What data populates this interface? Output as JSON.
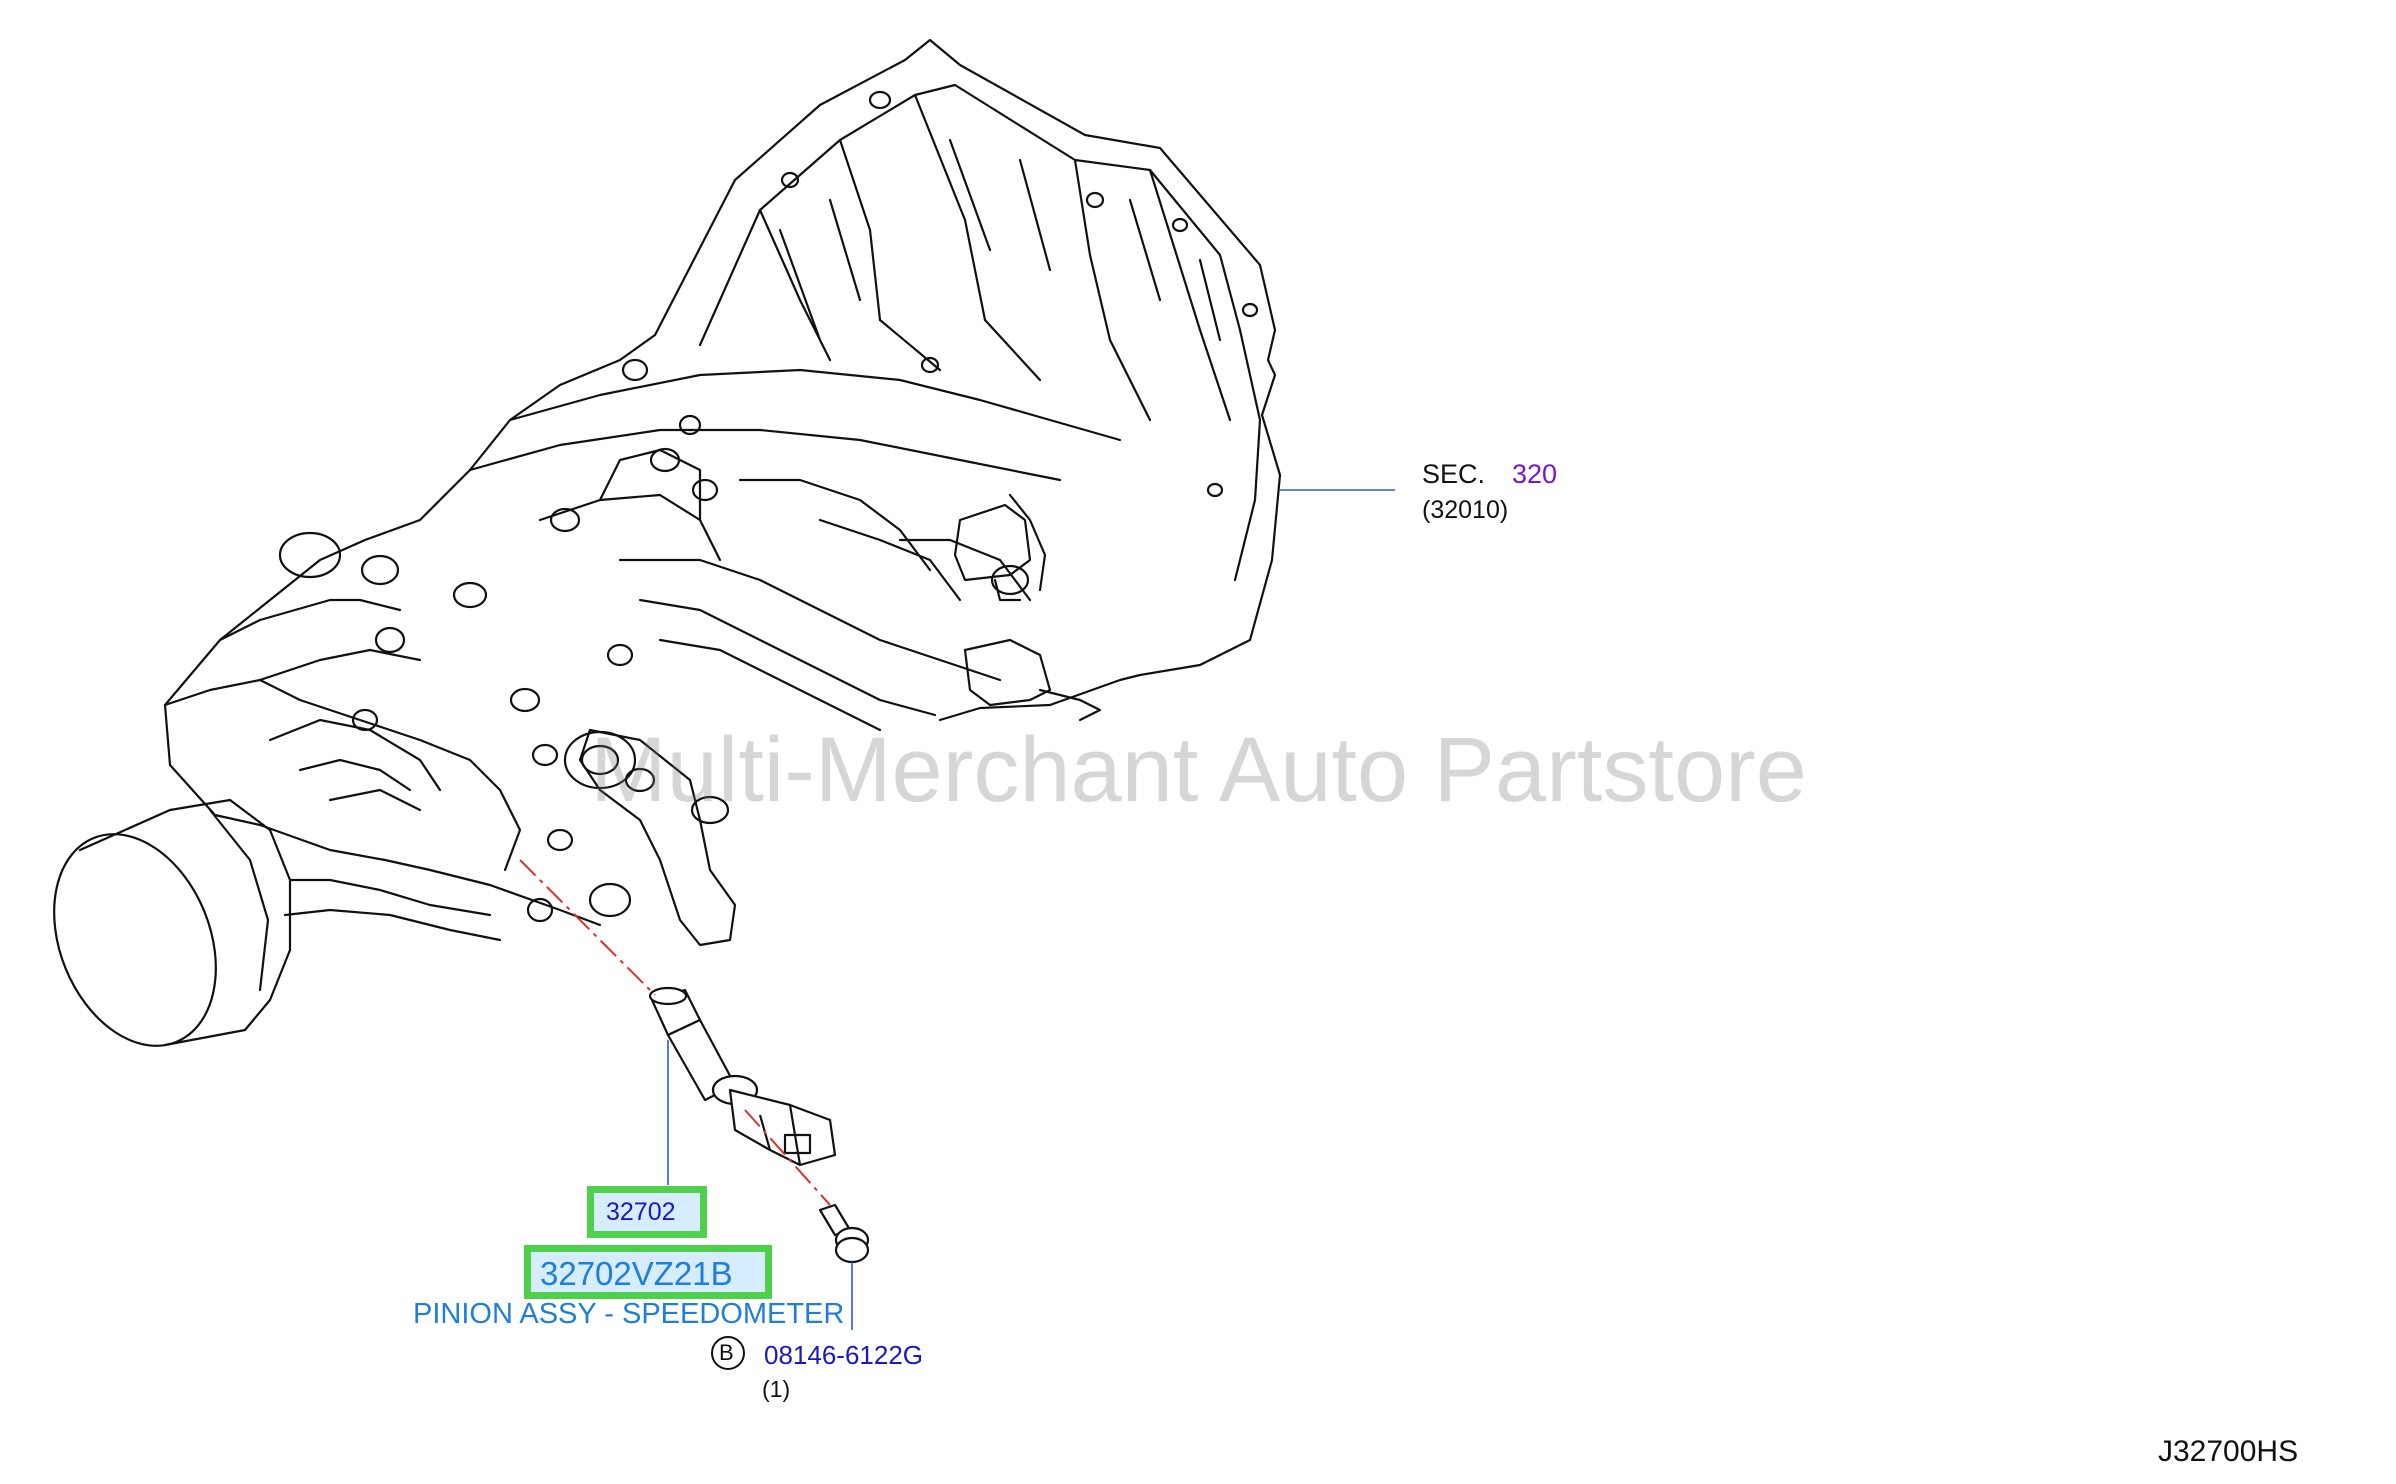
{
  "colors": {
    "line": "#111111",
    "leader": "#2a5bd0",
    "axis": "#d93030",
    "highlight": "#4fd04a",
    "highlight_fill": "#d6ecff",
    "link_blue": "#1f7fd8",
    "navy": "#1919c0",
    "purple": "#7b16c8"
  },
  "section_ref": {
    "prefix": "SEC.",
    "number": "320",
    "sub": "(32010)"
  },
  "part": {
    "ref": "32702",
    "number": "32702VZ21B",
    "name": "PINION ASSY - SPEEDOMETER"
  },
  "bolt": {
    "mark": "B",
    "number": "08146-6122G",
    "qty": "(1)"
  },
  "diagram_code": "J32700HS",
  "watermark": "Multi-Merchant Auto Partstore"
}
